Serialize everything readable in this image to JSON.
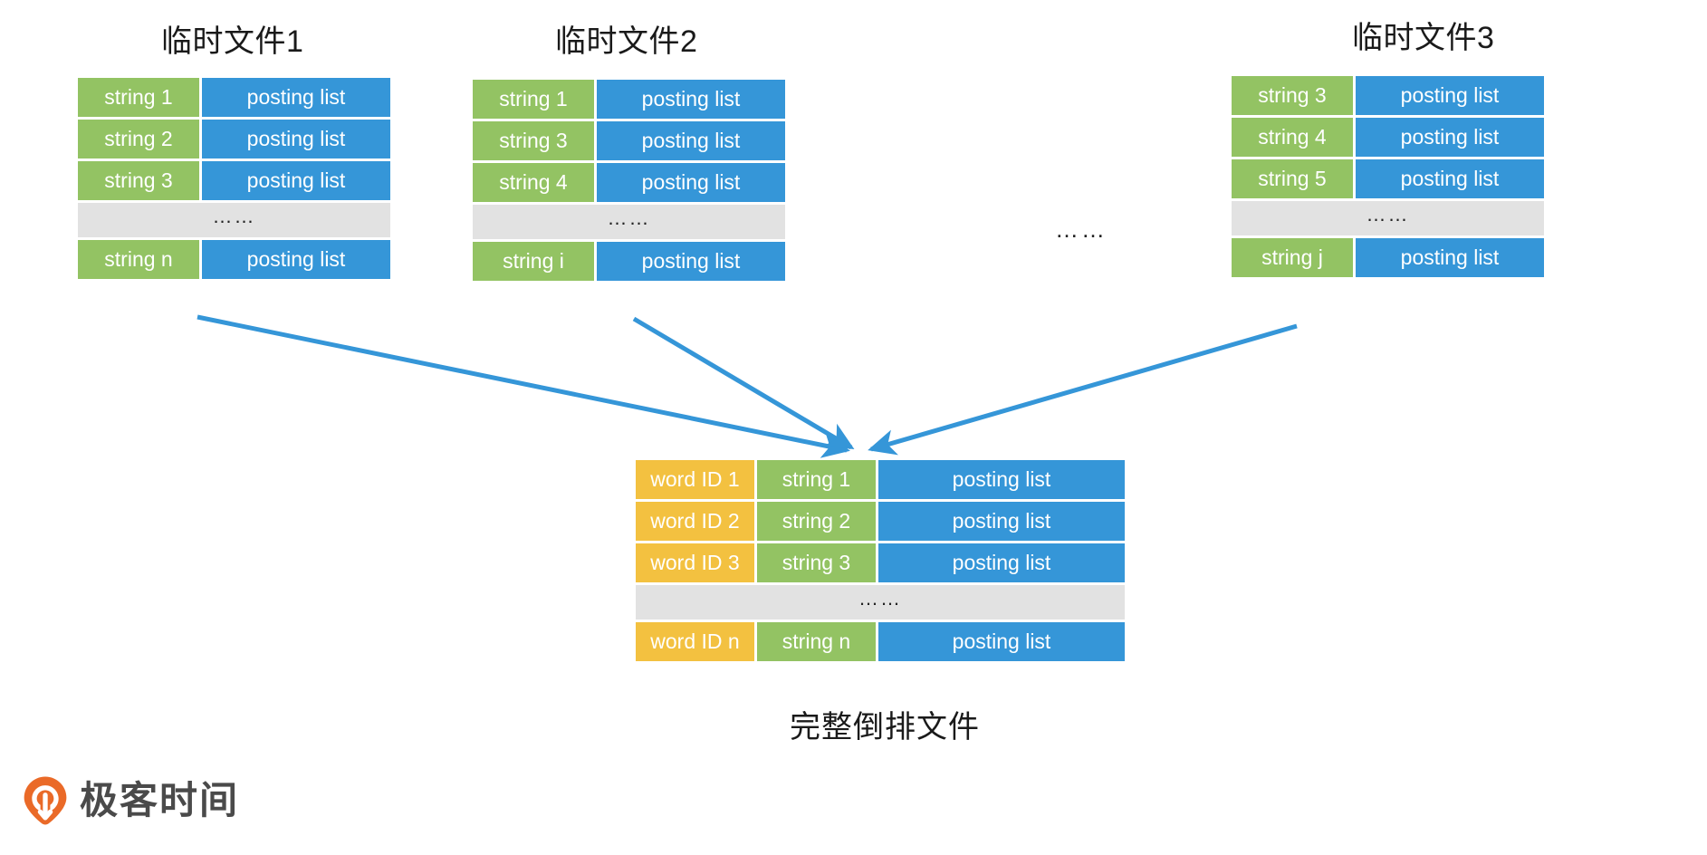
{
  "diagram": {
    "ellipsis_symbol": "……",
    "free_ellipsis": "……",
    "caption": "完整倒排文件",
    "colors": {
      "green": "#93c363",
      "blue": "#3596d8",
      "yellow": "#f3c140",
      "grey": "#e2e2e2",
      "arrow": "#3596d8",
      "logo_orange": "#ea6a28",
      "logo_text": "#4a4a4a"
    },
    "temp_files": [
      {
        "title": "临时文件1",
        "rows": [
          {
            "type": "data",
            "string": "string 1",
            "posting": "posting list"
          },
          {
            "type": "data",
            "string": "string 2",
            "posting": "posting list"
          },
          {
            "type": "data",
            "string": "string 3",
            "posting": "posting list"
          },
          {
            "type": "ellipsis",
            "text": "……"
          },
          {
            "type": "data",
            "string": "string n",
            "posting": "posting list"
          }
        ]
      },
      {
        "title": "临时文件2",
        "rows": [
          {
            "type": "data",
            "string": "string 1",
            "posting": "posting list"
          },
          {
            "type": "data",
            "string": "string 3",
            "posting": "posting list"
          },
          {
            "type": "data",
            "string": "string 4",
            "posting": "posting list"
          },
          {
            "type": "ellipsis",
            "text": "……"
          },
          {
            "type": "data",
            "string": "string i",
            "posting": "posting list"
          }
        ]
      },
      {
        "title": "临时文件3",
        "rows": [
          {
            "type": "data",
            "string": "string 3",
            "posting": "posting list"
          },
          {
            "type": "data",
            "string": "string 4",
            "posting": "posting list"
          },
          {
            "type": "data",
            "string": "string 5",
            "posting": "posting list"
          },
          {
            "type": "ellipsis",
            "text": "……"
          },
          {
            "type": "data",
            "string": "string j",
            "posting": "posting list"
          }
        ]
      }
    ],
    "merged_file": {
      "caption": "完整倒排文件",
      "rows": [
        {
          "type": "data",
          "word_id": "word ID 1",
          "string": "string 1",
          "posting": "posting list"
        },
        {
          "type": "data",
          "word_id": "word ID 2",
          "string": "string 2",
          "posting": "posting list"
        },
        {
          "type": "data",
          "word_id": "word ID 3",
          "string": "string 3",
          "posting": "posting list"
        },
        {
          "type": "ellipsis",
          "text": "……"
        },
        {
          "type": "data",
          "word_id": "word ID n",
          "string": "string n",
          "posting": "posting list"
        }
      ]
    }
  },
  "logo": {
    "text": "极客时间",
    "mark": "location-pin-icon"
  }
}
